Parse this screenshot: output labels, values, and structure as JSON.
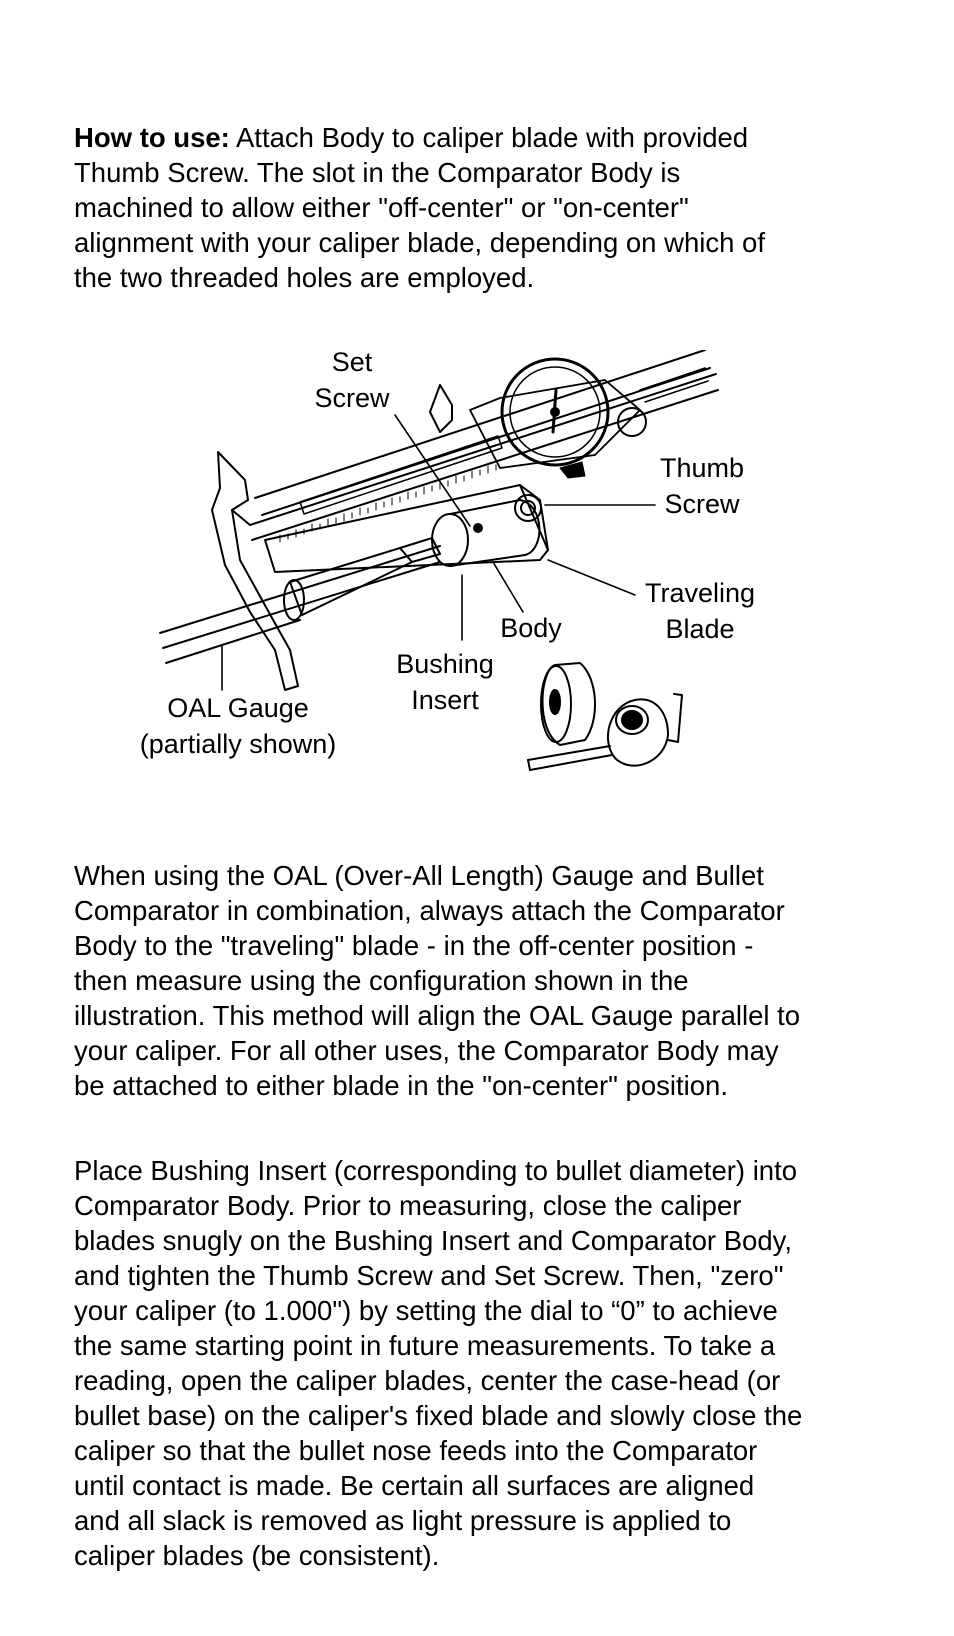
{
  "intro": {
    "lead": "How to use:",
    "lines": [
      " Attach Body to caliper blade with provided",
      "Thumb Screw. The slot in the Comparator Body is",
      "machined to allow either \"off-center\" or \"on-center\"",
      "alignment with your caliper blade, depending on which of",
      "the two threaded holes are employed."
    ]
  },
  "figure": {
    "labels": {
      "set_screw": [
        "Set",
        "Screw"
      ],
      "thumb_screw": [
        "Thumb",
        "Screw"
      ],
      "traveling_blade": [
        "Traveling",
        "Blade"
      ],
      "body": [
        "Body"
      ],
      "bushing_insert": [
        "Bushing",
        "Insert"
      ],
      "oal_gauge": [
        "OAL Gauge",
        "(partially shown)"
      ]
    }
  },
  "paragraph2": {
    "lines": [
      "When using the OAL (Over-All Length) Gauge and Bullet",
      "Comparator in combination, always attach the Comparator",
      "Body to the \"traveling\" blade - in the off-center position -",
      "then measure using the configuration shown in the",
      "illustration. This method will align the OAL Gauge parallel to",
      "your caliper. For all other uses, the Comparator Body may",
      "be attached to either blade in the \"on-center\" position."
    ]
  },
  "paragraph3": {
    "lines": [
      "Place Bushing Insert (corresponding to bullet diameter) into",
      "Comparator Body. Prior to measuring, close the caliper",
      "blades snugly on the Bushing Insert and Comparator Body,",
      "and tighten the Thumb Screw and Set Screw. Then, \"zero\"",
      "your caliper (to 1.000\") by setting the dial to “0” to achieve",
      "the same starting point in future measurements. To take a",
      "reading, open the caliper blades, center the case-head (or",
      "bullet base) on the caliper's fixed blade and slowly close the",
      "caliper so that the bullet nose feeds into the Comparator",
      "until contact is made. Be certain all surfaces are aligned",
      "and all slack is removed as light pressure is applied to",
      "caliper blades (be consistent)."
    ]
  }
}
